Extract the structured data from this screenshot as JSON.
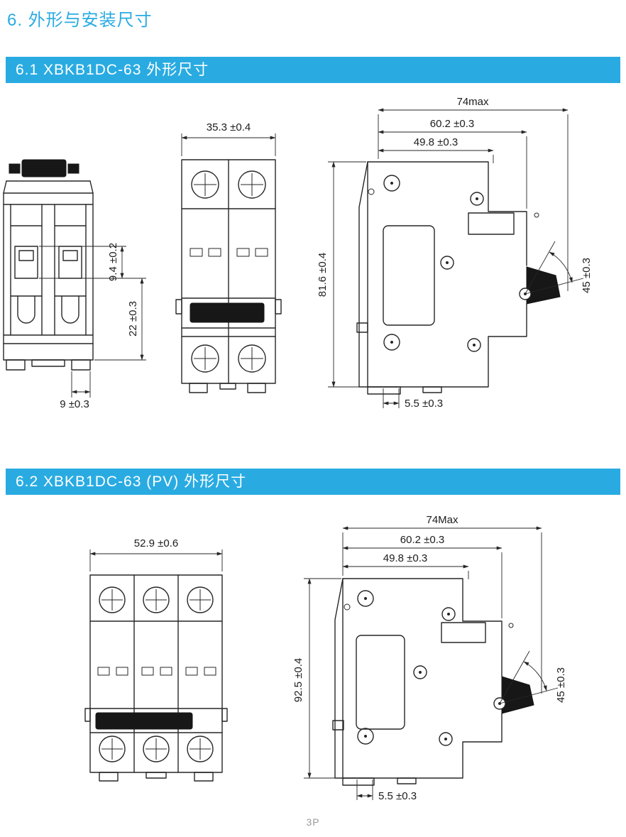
{
  "page": {
    "title": "6. 外形与安装尺寸",
    "footer": "3P"
  },
  "colors": {
    "accent": "#29abe2",
    "line": "#262626",
    "handle": "#171717"
  },
  "section1": {
    "heading": "6.1  XBKB1DC-63 外形尺寸",
    "front_view": {
      "pole_pitch": "9.4 ±0.2",
      "terminal_depth": "22 ±0.3",
      "foot_width": "9 ±0.3"
    },
    "face_view": {
      "width": "35.3 ±0.4"
    },
    "side_view": {
      "depth_total": "74max",
      "depth_front": "60.2 ±0.3",
      "depth_body": "49.8 ±0.3",
      "height": "81.6 ±0.4",
      "lever_angle": "45 ±0.3",
      "rail_offset": "5.5 ±0.3"
    }
  },
  "section2": {
    "heading": "6.2 XBKB1DC-63 (PV) 外形尺寸",
    "face_view": {
      "width": "52.9 ±0.6"
    },
    "side_view": {
      "depth_total": "74Max",
      "depth_front": "60.2 ±0.3",
      "depth_body": "49.8 ±0.3",
      "height": "92.5 ±0.4",
      "lever_angle": "45 ±0.3",
      "rail_offset": "5.5 ±0.3"
    }
  }
}
